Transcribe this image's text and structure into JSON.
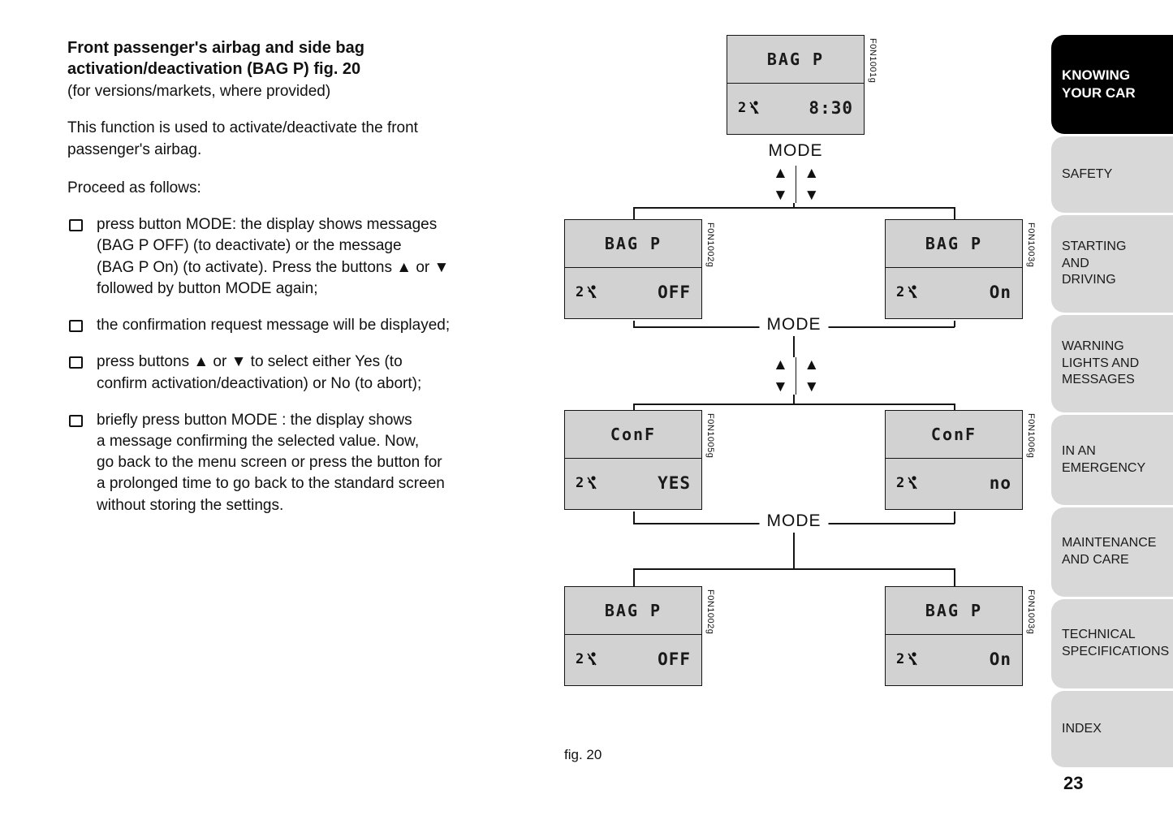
{
  "page": {
    "number": "23",
    "fig_caption": "fig. 20"
  },
  "article": {
    "heading": "Front passenger's airbag and side bag\nactivation/deactivation (BAG P) fig. 20",
    "subheading": "(for versions/markets, where provided)",
    "intro": "This function is used to activate/deactivate the front\npassenger's airbag.",
    "proceed": "Proceed as follows:",
    "bullets": [
      "press button MODE: the display shows messages\n(BAG P OFF) (to deactivate) or the message\n(BAG P On) (to activate). Press the buttons ▲ or ▼\nfollowed by button MODE again;",
      "the confirmation request message will be displayed;",
      "press buttons ▲ or ▼ to select either Yes (to\nconfirm activation/deactivation) or No (to abort);",
      "briefly press button MODE : the display shows\na message confirming the selected value. Now,\ngo back to the menu screen or press the button for\na prolonged time to go back to the standard screen\nwithout storing the settings."
    ]
  },
  "diagram": {
    "mode_label": "MODE",
    "icon_label": "2",
    "arrow_up": "▲",
    "arrow_down": "▼",
    "icons": {
      "bullet": "square-checkbox-bullet",
      "screen_icon": "passenger-seatbelt-occupant"
    },
    "screens": [
      {
        "title": "BAG P",
        "value": "8:30",
        "code": "F0N1001g"
      },
      {
        "title": "BAG P",
        "value": "OFF",
        "code": "F0N1002g"
      },
      {
        "title": "BAG P",
        "value": "On",
        "code": "F0N1003g"
      },
      {
        "title": "ConF",
        "value": "YES",
        "code": "F0N1005g"
      },
      {
        "title": "ConF",
        "value": "no",
        "code": "F0N1006g"
      },
      {
        "title": "BAG P",
        "value": "OFF",
        "code": "F0N1002g"
      },
      {
        "title": "BAG P",
        "value": "On",
        "code": "F0N1003g"
      }
    ]
  },
  "sidebar": {
    "tabs": [
      {
        "label": "KNOWING\nYOUR CAR"
      },
      {
        "label": "SAFETY"
      },
      {
        "label": "STARTING\nAND\nDRIVING"
      },
      {
        "label": "WARNING\nLIGHTS AND\nMESSAGES"
      },
      {
        "label": "IN AN\nEMERGENCY"
      },
      {
        "label": "MAINTENANCE\nAND CARE"
      },
      {
        "label": "TECHNICAL\nSPECIFICATIONS"
      },
      {
        "label": "INDEX"
      }
    ]
  }
}
